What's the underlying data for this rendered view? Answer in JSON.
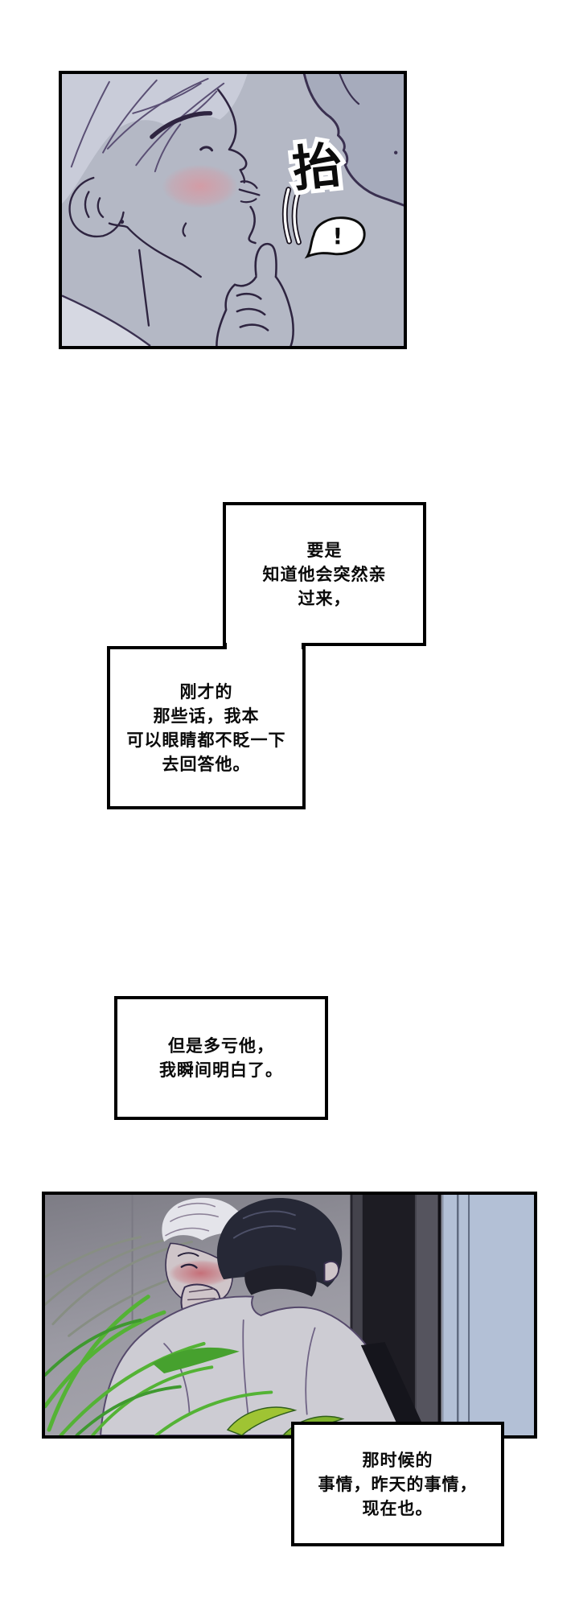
{
  "page": {
    "background": "#ffffff"
  },
  "panel1": {
    "sfx_text": "抬",
    "bubble_text": "!"
  },
  "narration": {
    "box1": {
      "lines": [
        "要是",
        "知道他会突然亲",
        "过来，"
      ]
    },
    "box2": {
      "lines": [
        "刚才的",
        "那些话，我本",
        "可以眼睛都不眨一下",
        "去回答他。"
      ]
    },
    "box3": {
      "lines": [
        "但是多亏他，",
        "我瞬间明白了。"
      ]
    },
    "box4": {
      "lines": [
        "那时候的",
        "事情，昨天的事情，",
        "现在也。"
      ]
    }
  },
  "colors": {
    "panel1_bg": "#b4b8c5",
    "panel1_shadow": "#a6abbc",
    "panel2_wall": "#9b9aa3",
    "window_blue": "#b3c0d6",
    "doorway_dark": "#1d1c23",
    "door_frame": "#44434c",
    "plant_green": "#54b335",
    "plant_dark_green": "#3f9930",
    "plant_yellow_green": "#9fc433",
    "blush_pink": "#d08891",
    "hair_light": "#c9ccd9",
    "shirt_light": "#cdccd3",
    "ink": "#3a3050"
  }
}
